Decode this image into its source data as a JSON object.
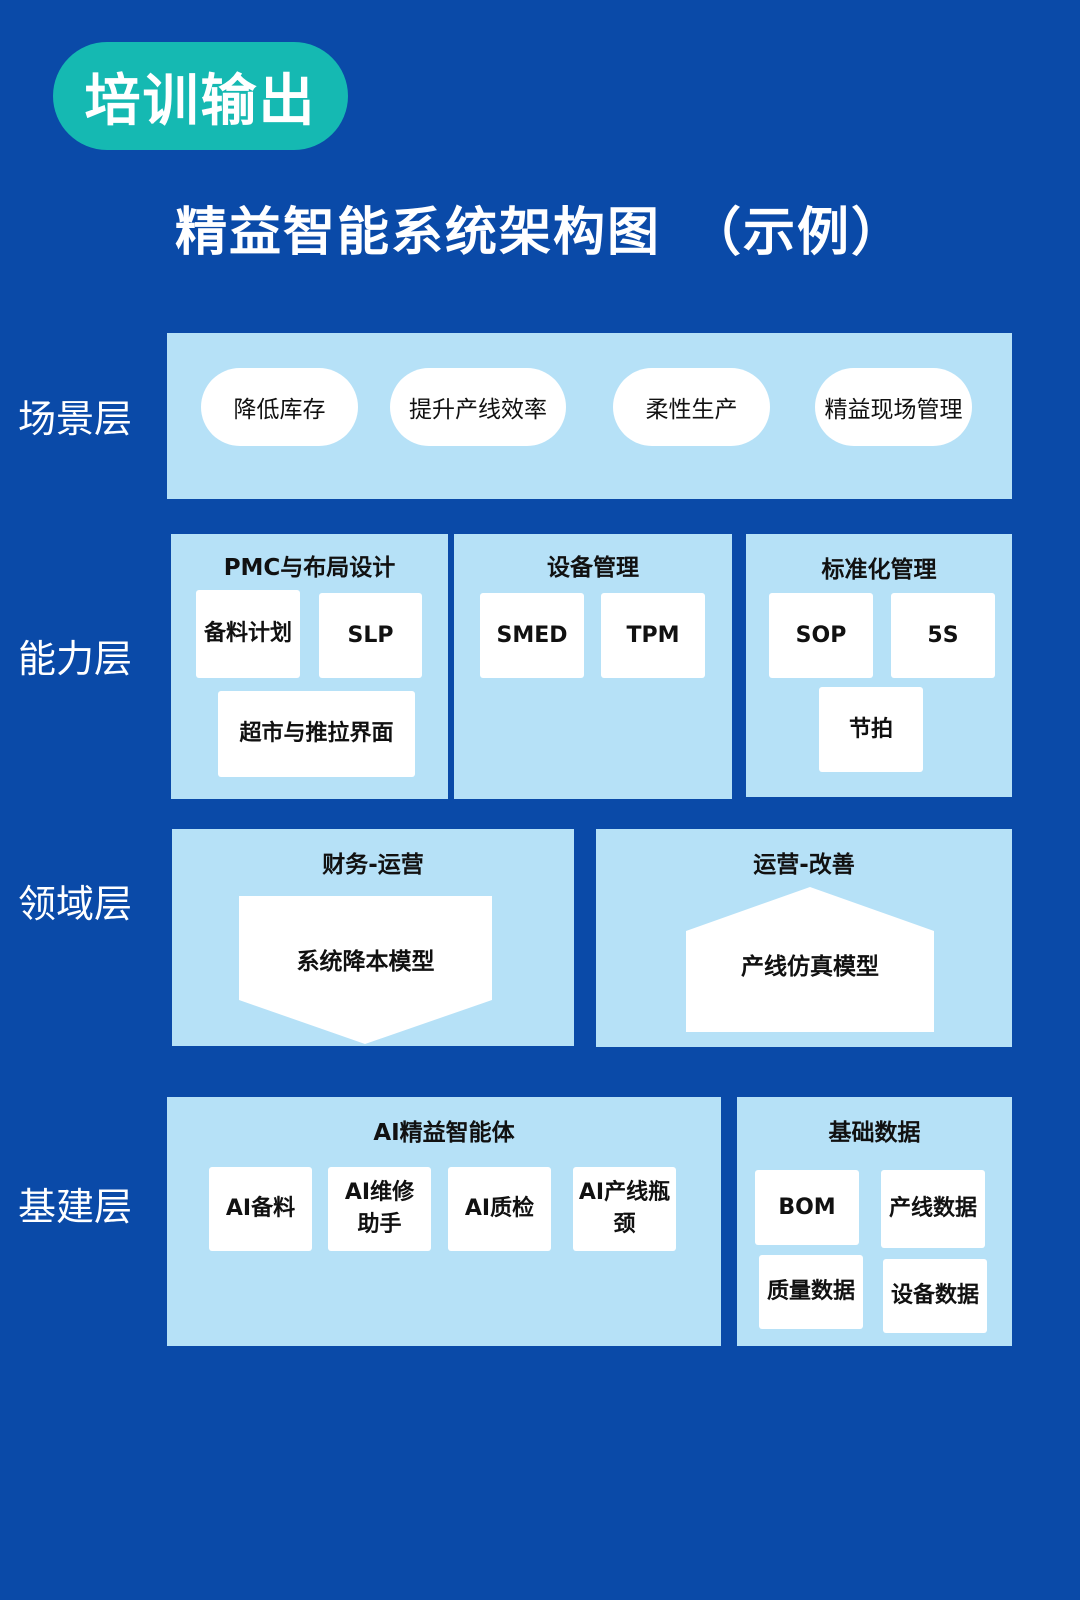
{
  "badge": "培训输出",
  "title": "精益智能系统架构图　（示例）",
  "layers": {
    "scene": "场景层",
    "capability": "能力层",
    "domain": "领域层",
    "infra": "基建层"
  },
  "scene": {
    "items": [
      "降低库存",
      "提升产线效率",
      "柔性生产",
      "精益现场管理"
    ]
  },
  "capability": {
    "pmc": {
      "title": "PMC与布局设计",
      "items": [
        "备料计划",
        "SLP",
        "超市与推拉界面"
      ]
    },
    "equipment": {
      "title": "设备管理",
      "items": [
        "SMED",
        "TPM"
      ]
    },
    "standard": {
      "title": "标准化管理",
      "items": [
        "SOP",
        "5S",
        "节拍"
      ]
    }
  },
  "domain": {
    "finance": {
      "title": "财务-运营",
      "model": "系统降本模型"
    },
    "operations": {
      "title": "运营-改善",
      "model": "产线仿真模型"
    }
  },
  "infra": {
    "ai": {
      "title": "AI精益智能体",
      "items": [
        "AI备料",
        "AI维修助手",
        "AI质检",
        "AI产线瓶颈"
      ]
    },
    "data": {
      "title": "基础数据",
      "items": [
        "BOM",
        "产线数据",
        "质量数据",
        "设备数据"
      ]
    }
  },
  "colors": {
    "background": "#0a4aa8",
    "badge": "#15b9b2",
    "panel": "#b6e1f7",
    "card": "#ffffff"
  }
}
